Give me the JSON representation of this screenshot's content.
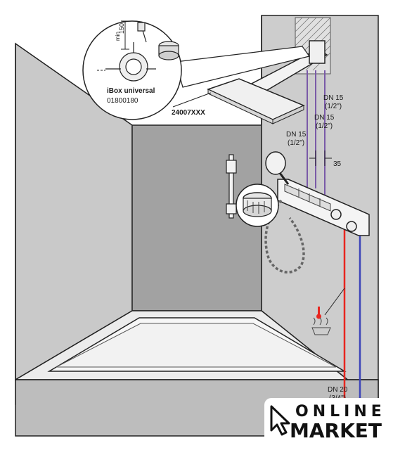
{
  "labels": {
    "ibox_name": "iBox universal",
    "ibox_code": "01800180",
    "dim_150": "150",
    "dim_min": "min",
    "shower_code": "24007XXX",
    "pipe_top_size": "DN 15",
    "pipe_top_inch": "(1/2\")",
    "pipe_mid_size": "DN 15",
    "pipe_mid_inch": "(1/2\")",
    "pipe_low_size": "DN 15",
    "pipe_low_inch": "(1/2\")",
    "spacing": "35",
    "main_size": "DN 20",
    "main_inch": "(3/4\")"
  },
  "logo": {
    "line1": "ONLINE",
    "line2": "MARKET"
  },
  "colors": {
    "wall_back": "#a2a2a2",
    "wall_left": "#c9c9c9",
    "wall_right": "#cdcdcd",
    "tub_front": "#bdbdbd",
    "hot_pipe": "#e8261f",
    "cold_pipe": "#3d45b8",
    "supply_pipe": "#7a5aa8"
  }
}
